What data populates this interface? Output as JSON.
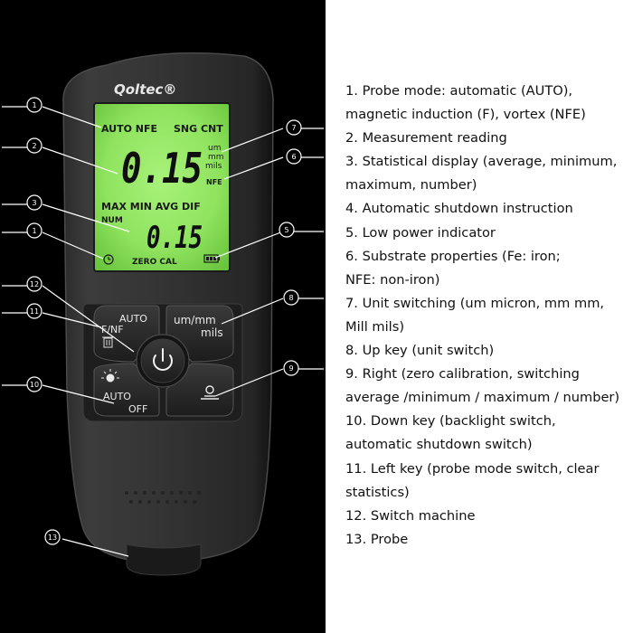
{
  "device": {
    "brand": "Qoltec®",
    "screen": {
      "top_left": "AUTO NFE",
      "top_right": "SNG CNT",
      "main_reading": "0.15",
      "units": [
        "um",
        "mm",
        "mils"
      ],
      "substrate": "NFE",
      "stats_labels": "MAX MIN AVG DIF",
      "num_label": "NUM",
      "stat_reading": "0.15",
      "zero_cal": "ZERO CAL"
    },
    "keys": {
      "left_top": "AUTO",
      "left_fnf": "F/NF",
      "right_top": "um/mm",
      "right_bottom": "mils",
      "down_top": "AUTO",
      "down_bottom": "OFF"
    },
    "callouts": [
      "1",
      "2",
      "3",
      "1",
      "12",
      "11",
      "10",
      "7",
      "6",
      "5",
      "8",
      "9",
      "13"
    ]
  },
  "legend": [
    "1. Probe mode: automatic (AUTO),",
    "magnetic induction (F), vortex (NFE)",
    "2. Measurement reading",
    "3. Statistical display (average, minimum,",
    "maximum, number)",
    "4. Automatic shutdown instruction",
    "5. Low power indicator",
    "6. Substrate properties (Fe: iron;",
    "NFE: non-iron)",
    "7. Unit switching (um micron, mm mm,",
    "Mill mils)",
    "8. Up key (unit switch)",
    "9. Right (zero calibration, switching",
    "average /minimum / maximum / number)",
    "10. Down key (backlight switch,",
    "automatic shutdown switch)",
    "11. Left key (probe mode switch, clear",
    "statistics)",
    "12. Switch machine",
    "13. Probe"
  ]
}
